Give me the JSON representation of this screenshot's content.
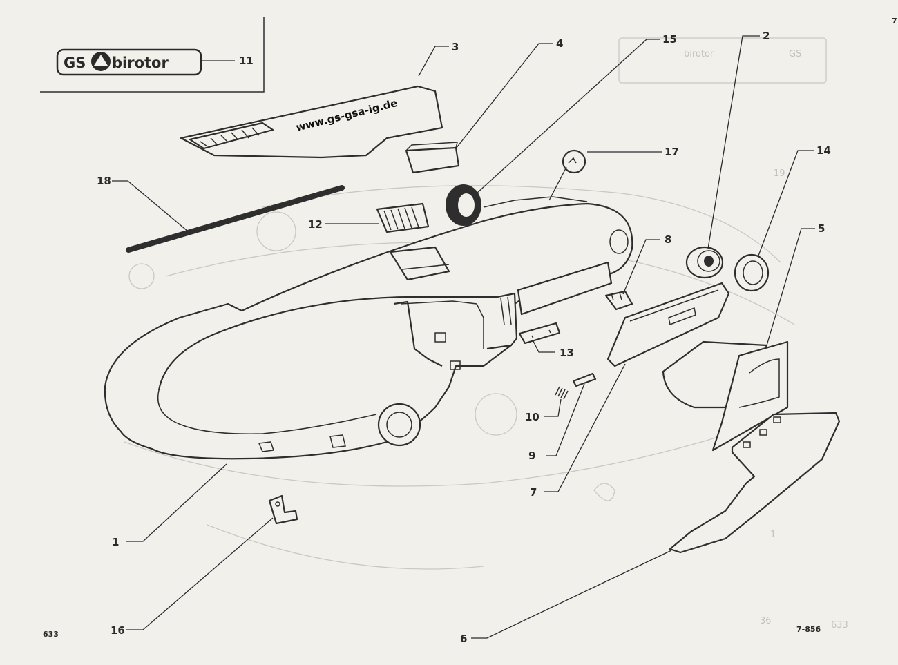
{
  "logo": {
    "text_left": "GS",
    "text_right": "birotor"
  },
  "website": "www.gs-gsa-ig.de",
  "page_number": "633",
  "reference_code": "7-856",
  "corner_mark": "7",
  "ghost_label": "GS",
  "ghost_logo_text": "birotor",
  "callouts": {
    "c1": "1",
    "c2": "2",
    "c3": "3",
    "c4": "4",
    "c5": "5",
    "c6": "6",
    "c7": "7",
    "c8": "8",
    "c9": "9",
    "c10": "10",
    "c11": "11",
    "c12": "12",
    "c13": "13",
    "c14": "14",
    "c15": "15",
    "c16": "16",
    "c17": "17",
    "c18": "18"
  }
}
